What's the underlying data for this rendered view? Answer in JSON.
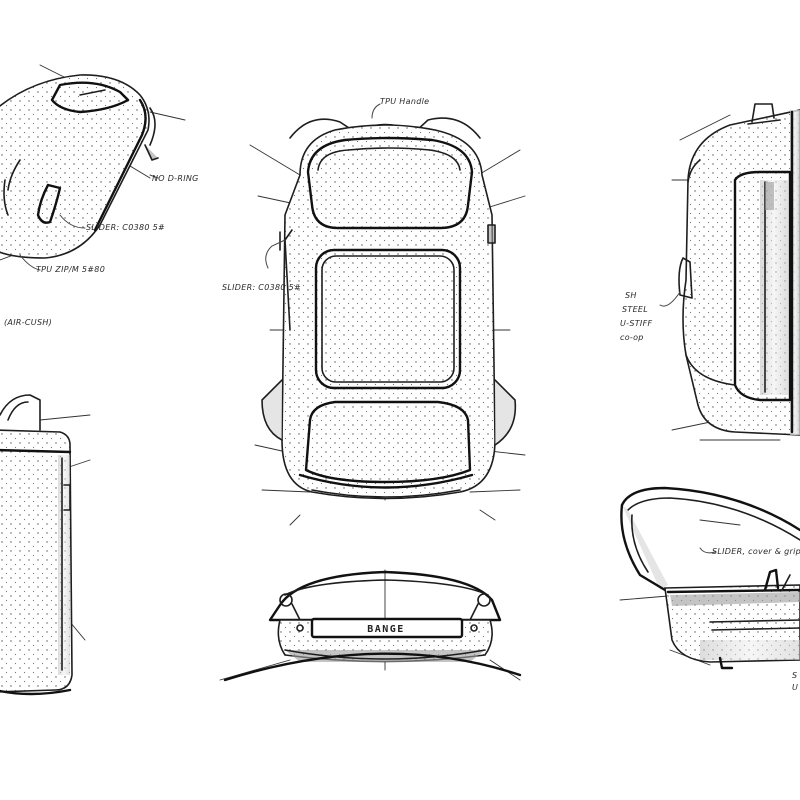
{
  "brand_label": "BANGE",
  "annotations": {
    "top_handle": "TPU Handle",
    "zip_detail": "NO D-RING",
    "slider_front": "SLIDER: C0380 5#",
    "slider_top_left": "SLIDER: C0380 5#",
    "zipper_spec": "TPU ZIP/M 5#80",
    "bottom_left_note": "(AIR-CUSH)",
    "steel_note_1": "SH",
    "steel_note_2": "STEEL",
    "steel_note_3": "U-STIFF",
    "steel_note_4": "co-op",
    "slider_right": "SLIDER, cover & grip",
    "right_edge_note": "S",
    "right_edge_note_2": "U"
  },
  "icons": {
    "sketch_front": "backpack-front-view",
    "sketch_side": "backpack-side-view",
    "sketch_top_left": "backpack-top-perspective",
    "sketch_bottom": "backpack-bottom-view",
    "sketch_left_mid": "backpack-side-partial",
    "sketch_right_bottom": "backpack-open-view"
  },
  "colors": {
    "ink": "#1e1e1e",
    "paper": "#ffffff",
    "shade": "#cfcfcf"
  }
}
